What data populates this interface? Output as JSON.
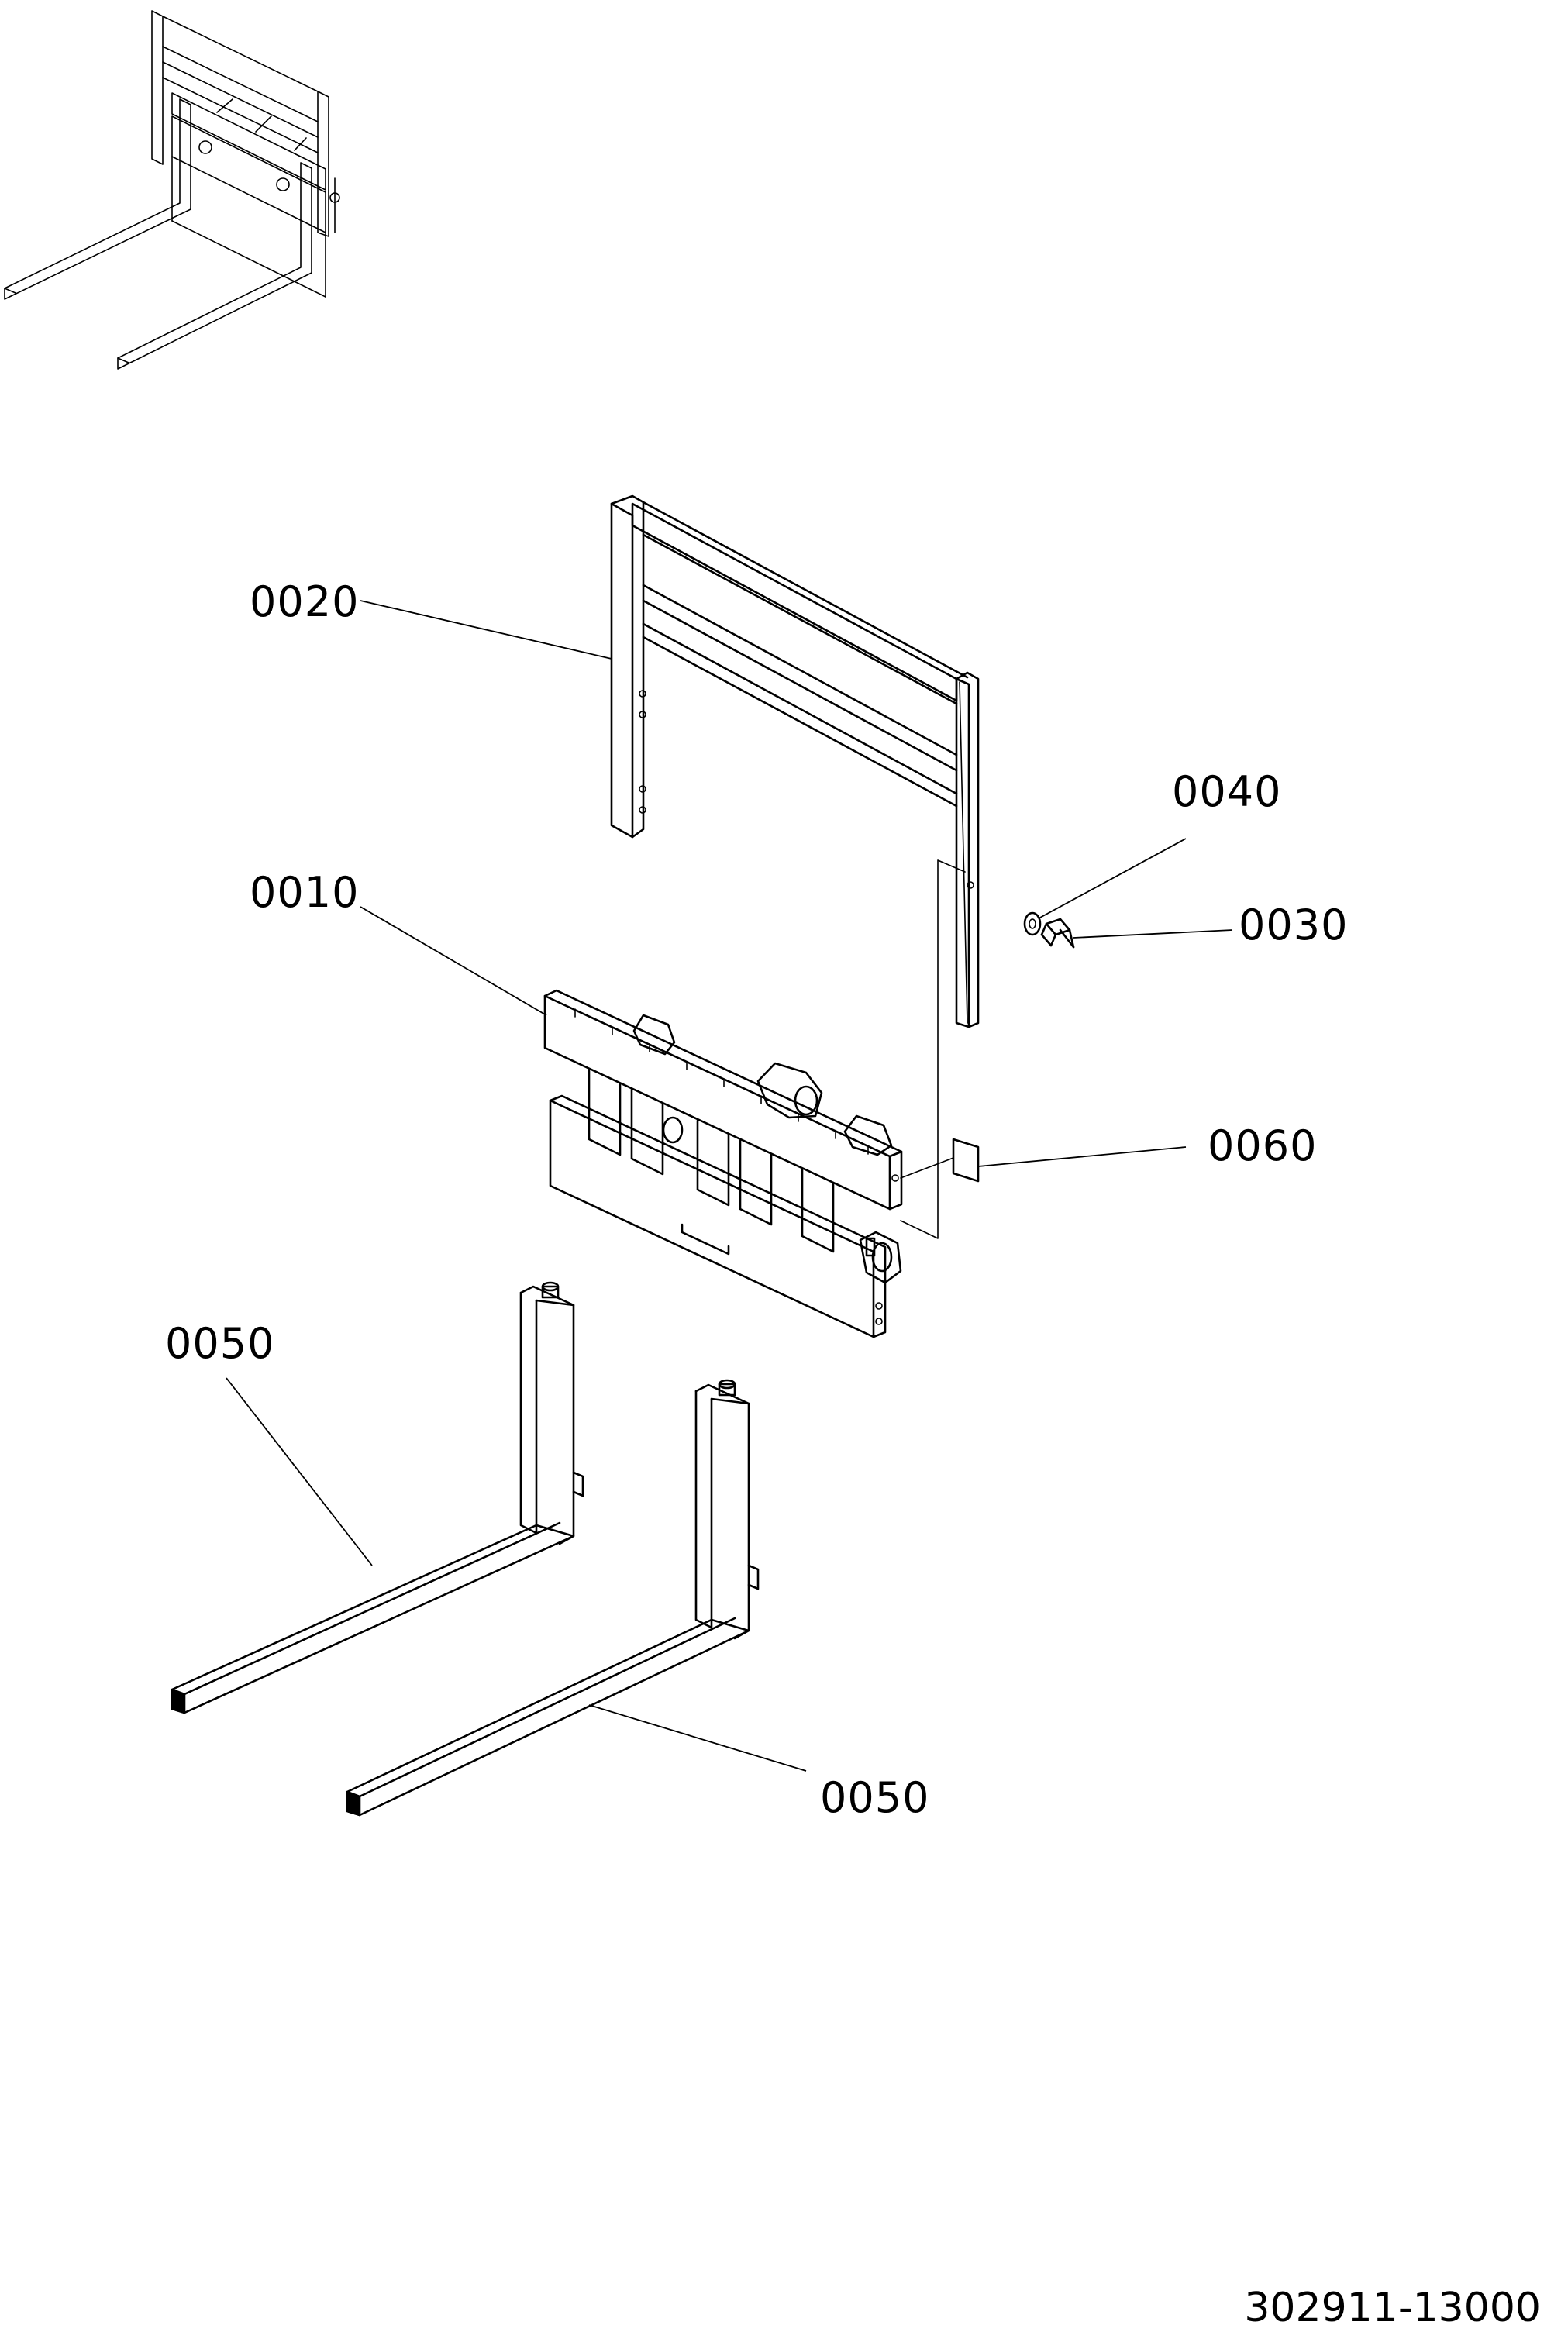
{
  "callouts": {
    "guard_frame": "0020",
    "carriage": "0010",
    "washer": "0040",
    "bolt": "0030",
    "label_plate": "0060",
    "fork_left": "0050",
    "fork_right": "0050"
  },
  "drawing_number": "302911-13000"
}
